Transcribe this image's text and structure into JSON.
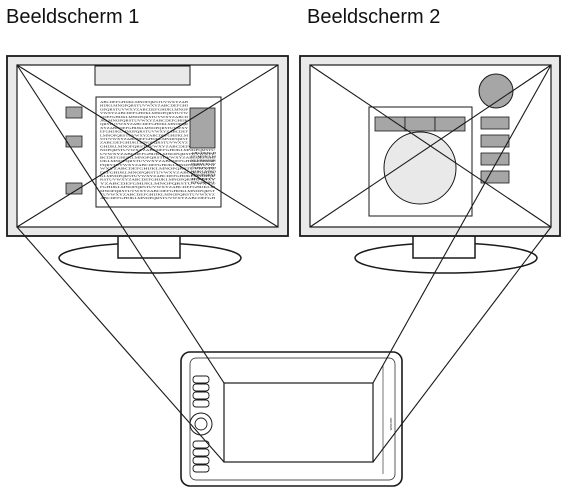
{
  "labels": {
    "monitor_1": "Beeldscherm 1",
    "monitor_2": "Beeldscherm 2"
  },
  "sample_text": {
    "main_line": "ABCDEFGHIJKLMNOPQRSTUVWXYZ",
    "side_line": "ABCDEFGHIJKLMNOPQRSTUV"
  },
  "tablet": {
    "brand_mark": "wacom"
  },
  "colors": {
    "stroke": "#1a1a1a",
    "fill_gray": "#a6a6a6",
    "bezel": "#e6e6e6"
  }
}
